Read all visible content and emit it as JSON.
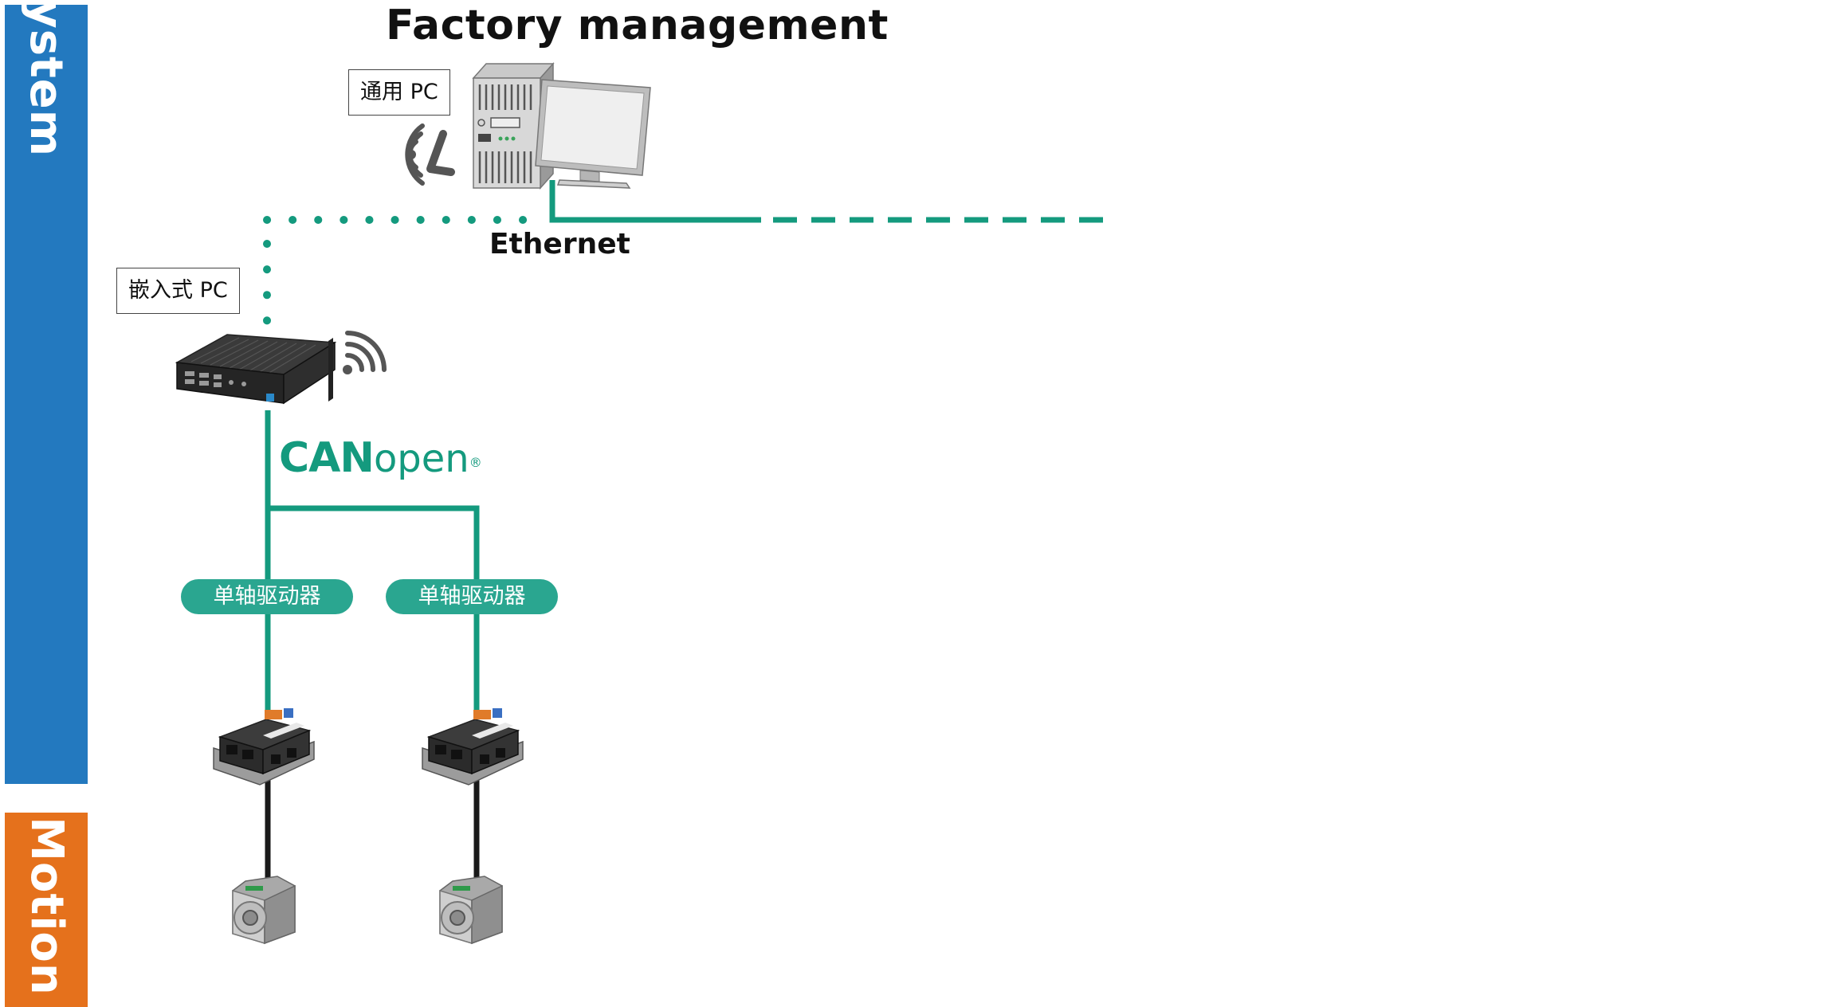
{
  "sidebar": {
    "system_label": "System",
    "motion_label": "Motion",
    "system_color": "#2379bf",
    "motion_color": "#e5711c"
  },
  "title": "Factory management",
  "pc_label": "通用 PC",
  "embedded_label": "嵌入式 PC",
  "ethernet_label": "Ethernet",
  "canopen": {
    "bold": "CAN",
    "light": "open",
    "mark": "®",
    "color": "#149a7e"
  },
  "drivers": [
    {
      "label": "单轴驱动器"
    },
    {
      "label": "单轴驱动器"
    }
  ],
  "line_color": "#149a7e",
  "pill_color": "#2aa690"
}
